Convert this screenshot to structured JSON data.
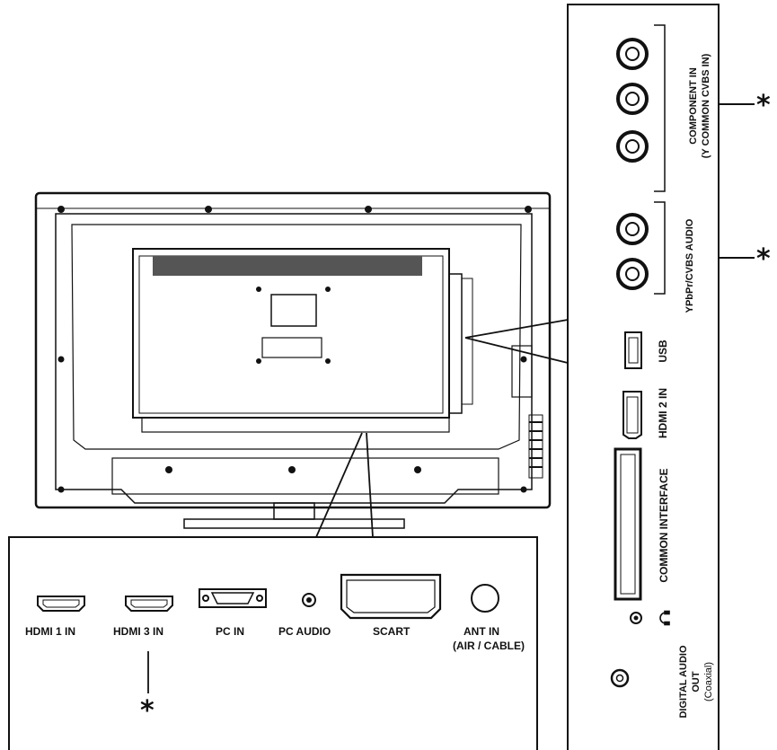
{
  "bottom_panel": {
    "hdmi1": "HDMI 1 IN",
    "hdmi3": "HDMI 3 IN",
    "pc_in": "PC IN",
    "pc_audio": "PC AUDIO",
    "scart": "SCART",
    "ant_in": "ANT IN",
    "ant_sub": "(AIR / CABLE)"
  },
  "side_panel": {
    "component_line1": "COMPONENT IN",
    "component_line2": "(Y COMMON CVBS IN)",
    "ypbpr_audio": "YPbPr/CVBS AUDIO",
    "usb": "USB",
    "hdmi2": "HDMI 2 IN",
    "common_interface": "COMMON INTERFACE",
    "digital_audio_line1": "DIGITAL AUDIO",
    "digital_audio_line2": "OUT",
    "digital_audio_line3": "(Coaxial)"
  },
  "markers": {
    "asterisk": "*"
  },
  "icons": [
    "headphone-icon"
  ]
}
